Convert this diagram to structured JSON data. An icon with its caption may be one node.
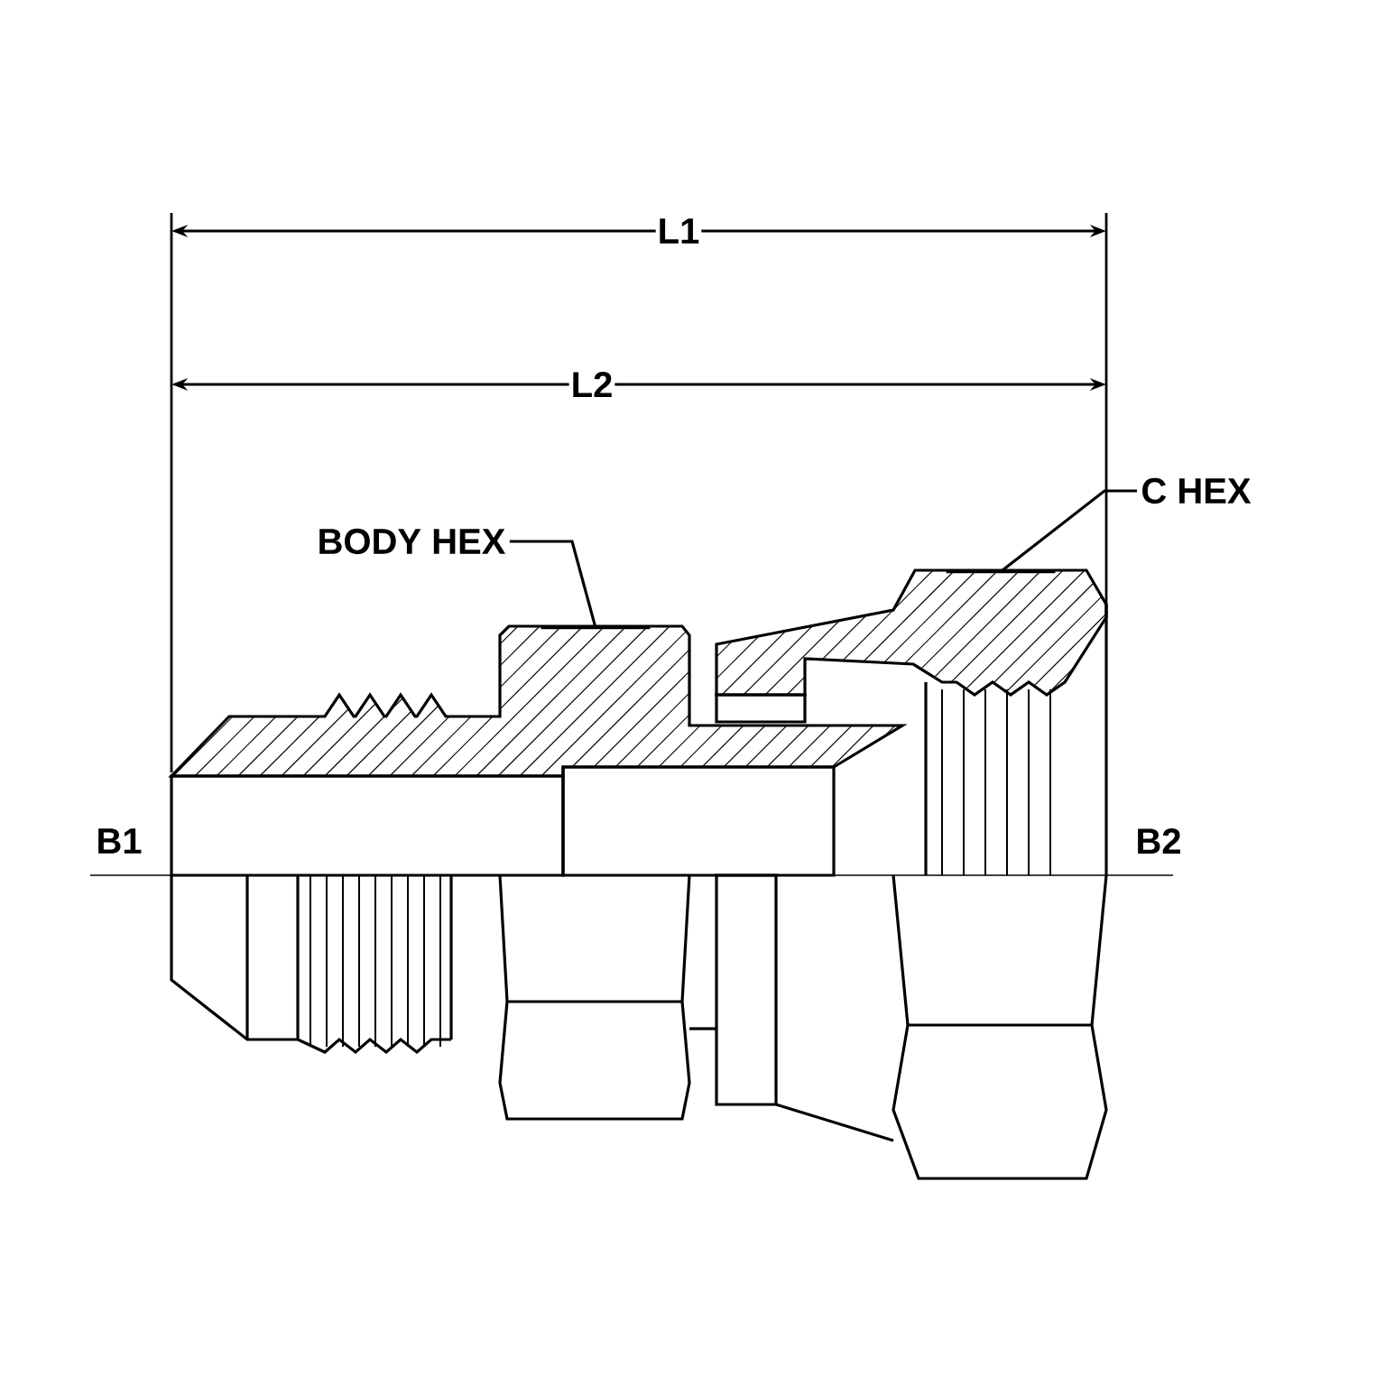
{
  "diagram": {
    "nodes": [
      {
        "text": [
          "BODY HEX"
        ]
      },
      {
        "text": [],
        "shape": "picture"
      },
      {
        "text": [
          "C HEX"
        ]
      },
      {
        "text": [],
        "shape": "picture"
      }
    ],
    "edges": [
      {
        "from": 0,
        "to": 1,
        "arrow": "none"
      },
      {
        "from": 2,
        "to": 3,
        "arrow": "none"
      }
    ],
    "labels": [
      "L1",
      "L2",
      "B1",
      "B2"
    ]
  }
}
